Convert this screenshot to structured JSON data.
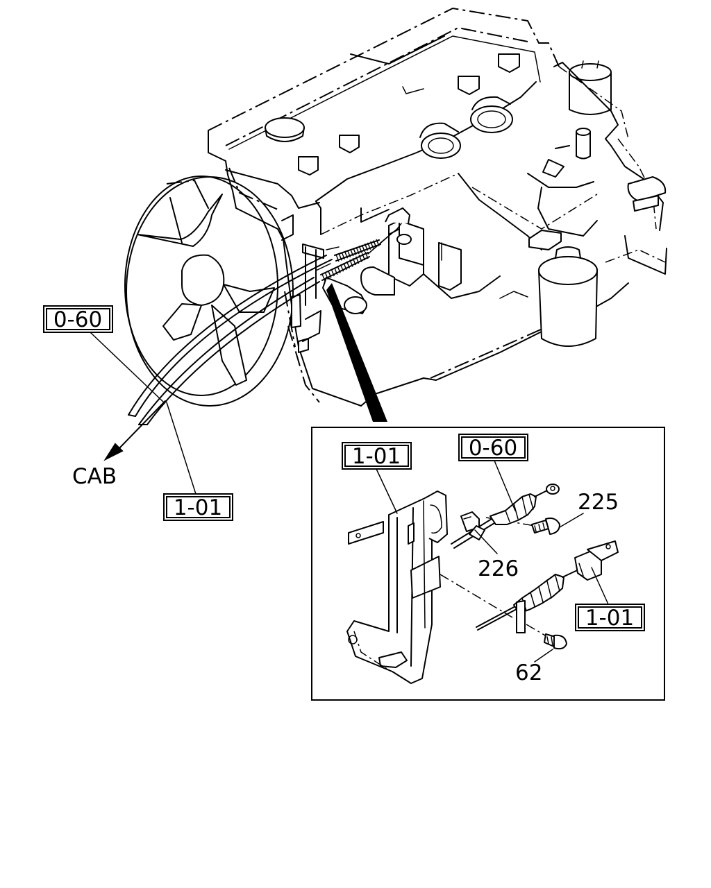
{
  "callouts": {
    "ref_0_60_main": "0-60",
    "ref_1_01_main": "1-01",
    "cab": "CAB",
    "ref_1_01_detail_top": "1-01",
    "ref_0_60_detail": "0-60",
    "part_225": "225",
    "part_226": "226",
    "ref_1_01_detail_right": "1-01",
    "part_62": "62"
  }
}
